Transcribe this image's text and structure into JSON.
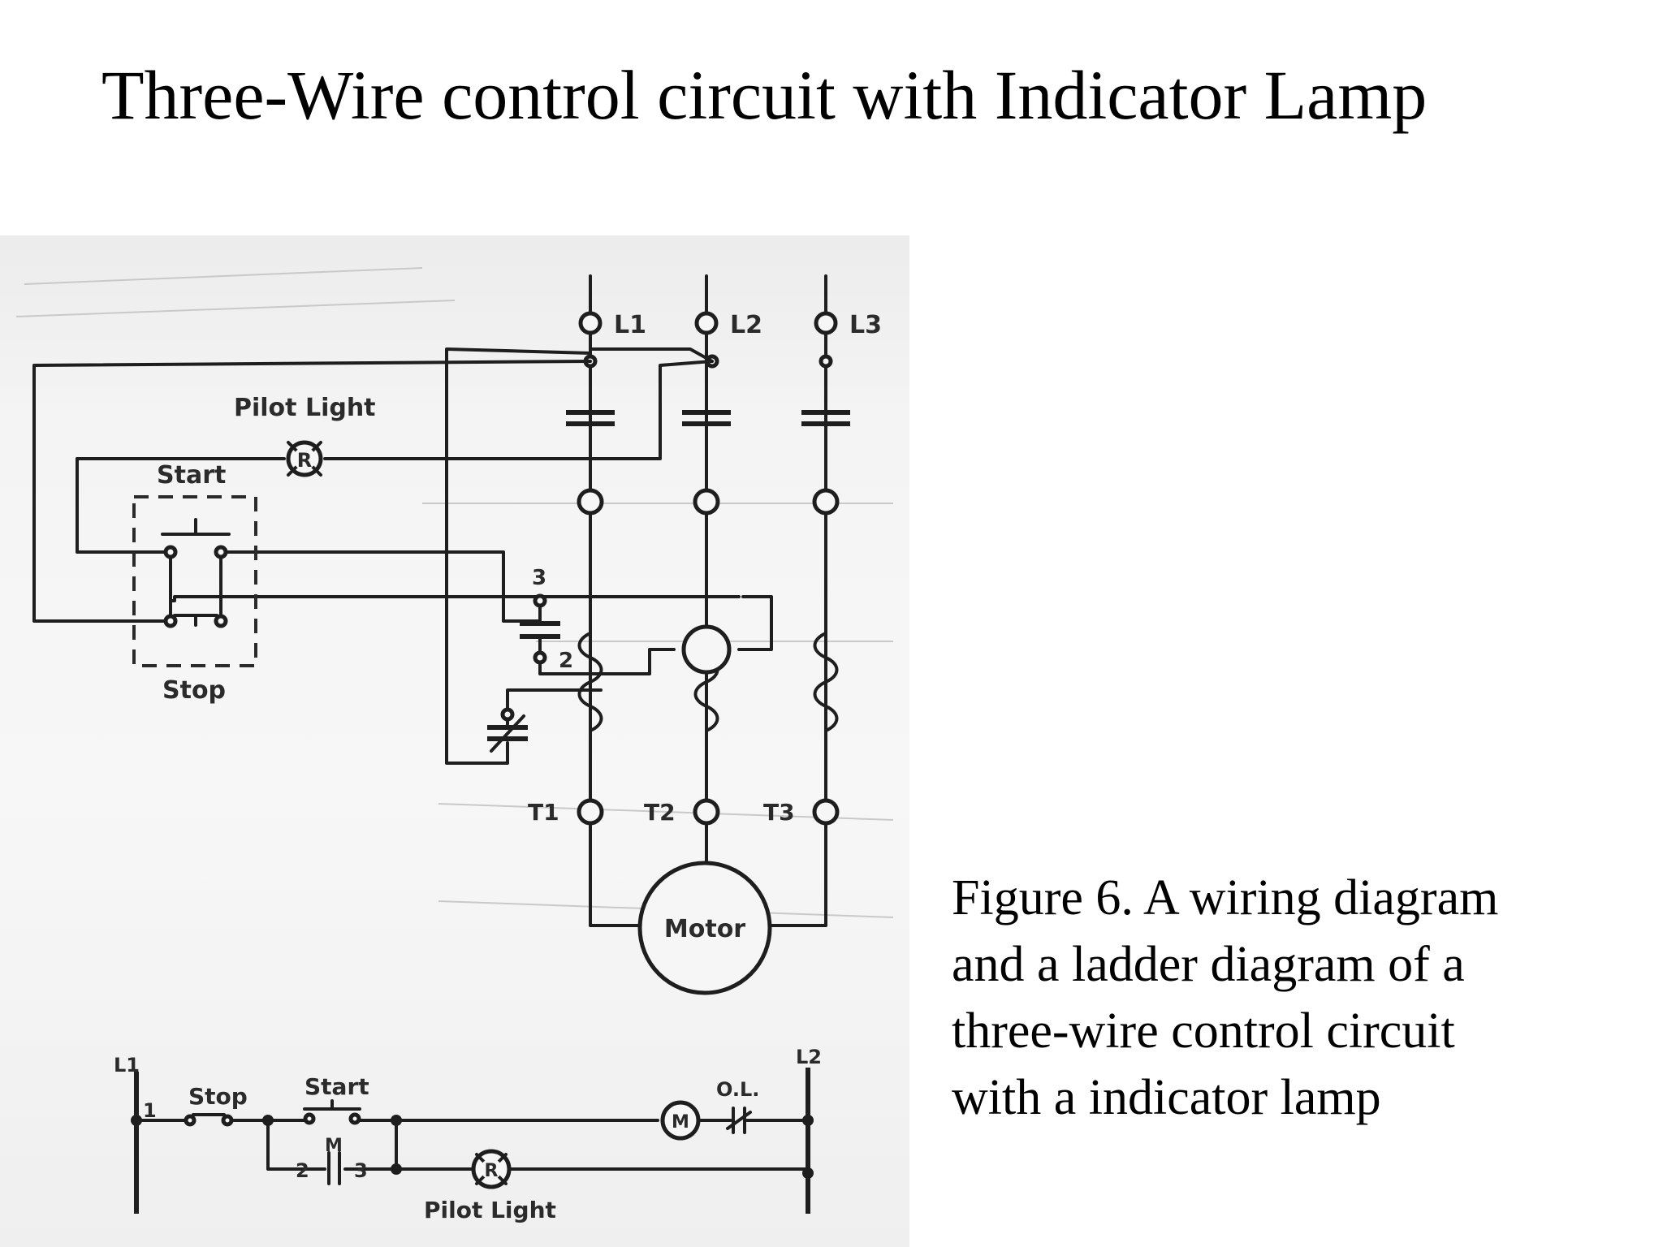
{
  "title": "Three-Wire control circuit with Indicator Lamp",
  "caption_lines": [
    "Figure 6. A wiring diagram",
    "and a ladder diagram of a",
    "three-wire control circuit",
    "with a indicator lamp"
  ],
  "wiring": {
    "line_labels": [
      "L1",
      "L2",
      "L3"
    ],
    "terminal_labels": [
      "T1",
      "T2",
      "T3"
    ],
    "pilot_light": "Pilot Light",
    "pilot_lamp_letter": "R",
    "start": "Start",
    "stop": "Stop",
    "contact_3": "3",
    "contact_2": "2",
    "motor": "Motor"
  },
  "ladder": {
    "l1": "L1",
    "l2": "L2",
    "wire_1": "1",
    "stop": "Stop",
    "start": "Start",
    "wire_2": "2",
    "wire_3": "3",
    "aux_contact": "M",
    "coil": "M",
    "overload": "O.L.",
    "pilot_lamp_letter": "R",
    "pilot_light": "Pilot Light"
  }
}
